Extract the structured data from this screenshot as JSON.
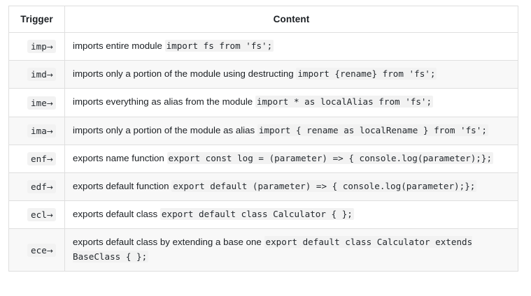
{
  "table": {
    "headers": {
      "trigger": "Trigger",
      "content": "Content"
    },
    "colors": {
      "border": "#dfdfdf",
      "stripe": "#f8f8f8",
      "code_background": "#f2f2f2",
      "text": "#24292e",
      "page_background": "#ffffff"
    },
    "trigger_arrow": "→",
    "rows": [
      {
        "trigger": "imp",
        "arrow": "→",
        "prose": "imports entire module ",
        "code": "import fs from 'fs';"
      },
      {
        "trigger": "imd",
        "arrow": "→",
        "prose": "imports only a portion of the module using destructing ",
        "code": "import {rename} from 'fs';"
      },
      {
        "trigger": "ime",
        "arrow": "→",
        "prose": "imports everything as alias from the module ",
        "code": "import * as localAlias from 'fs';"
      },
      {
        "trigger": "ima",
        "arrow": "→",
        "prose": "imports only a portion of the module as alias ",
        "code": "import { rename as localRename } from 'fs';"
      },
      {
        "trigger": "enf",
        "arrow": "→",
        "prose": "exports name function ",
        "code": "export const log = (parameter) => { console.log(parameter);};"
      },
      {
        "trigger": "edf",
        "arrow": "→",
        "prose": "exports default function ",
        "code": "export default (parameter) => { console.log(parameter);};"
      },
      {
        "trigger": "ecl",
        "arrow": "→",
        "prose": "exports default class ",
        "code": "export default class Calculator { };"
      },
      {
        "trigger": "ece",
        "arrow": "→",
        "prose": "exports default class by extending a base one ",
        "code": "export default class Calculator extends BaseClass { };"
      }
    ]
  }
}
